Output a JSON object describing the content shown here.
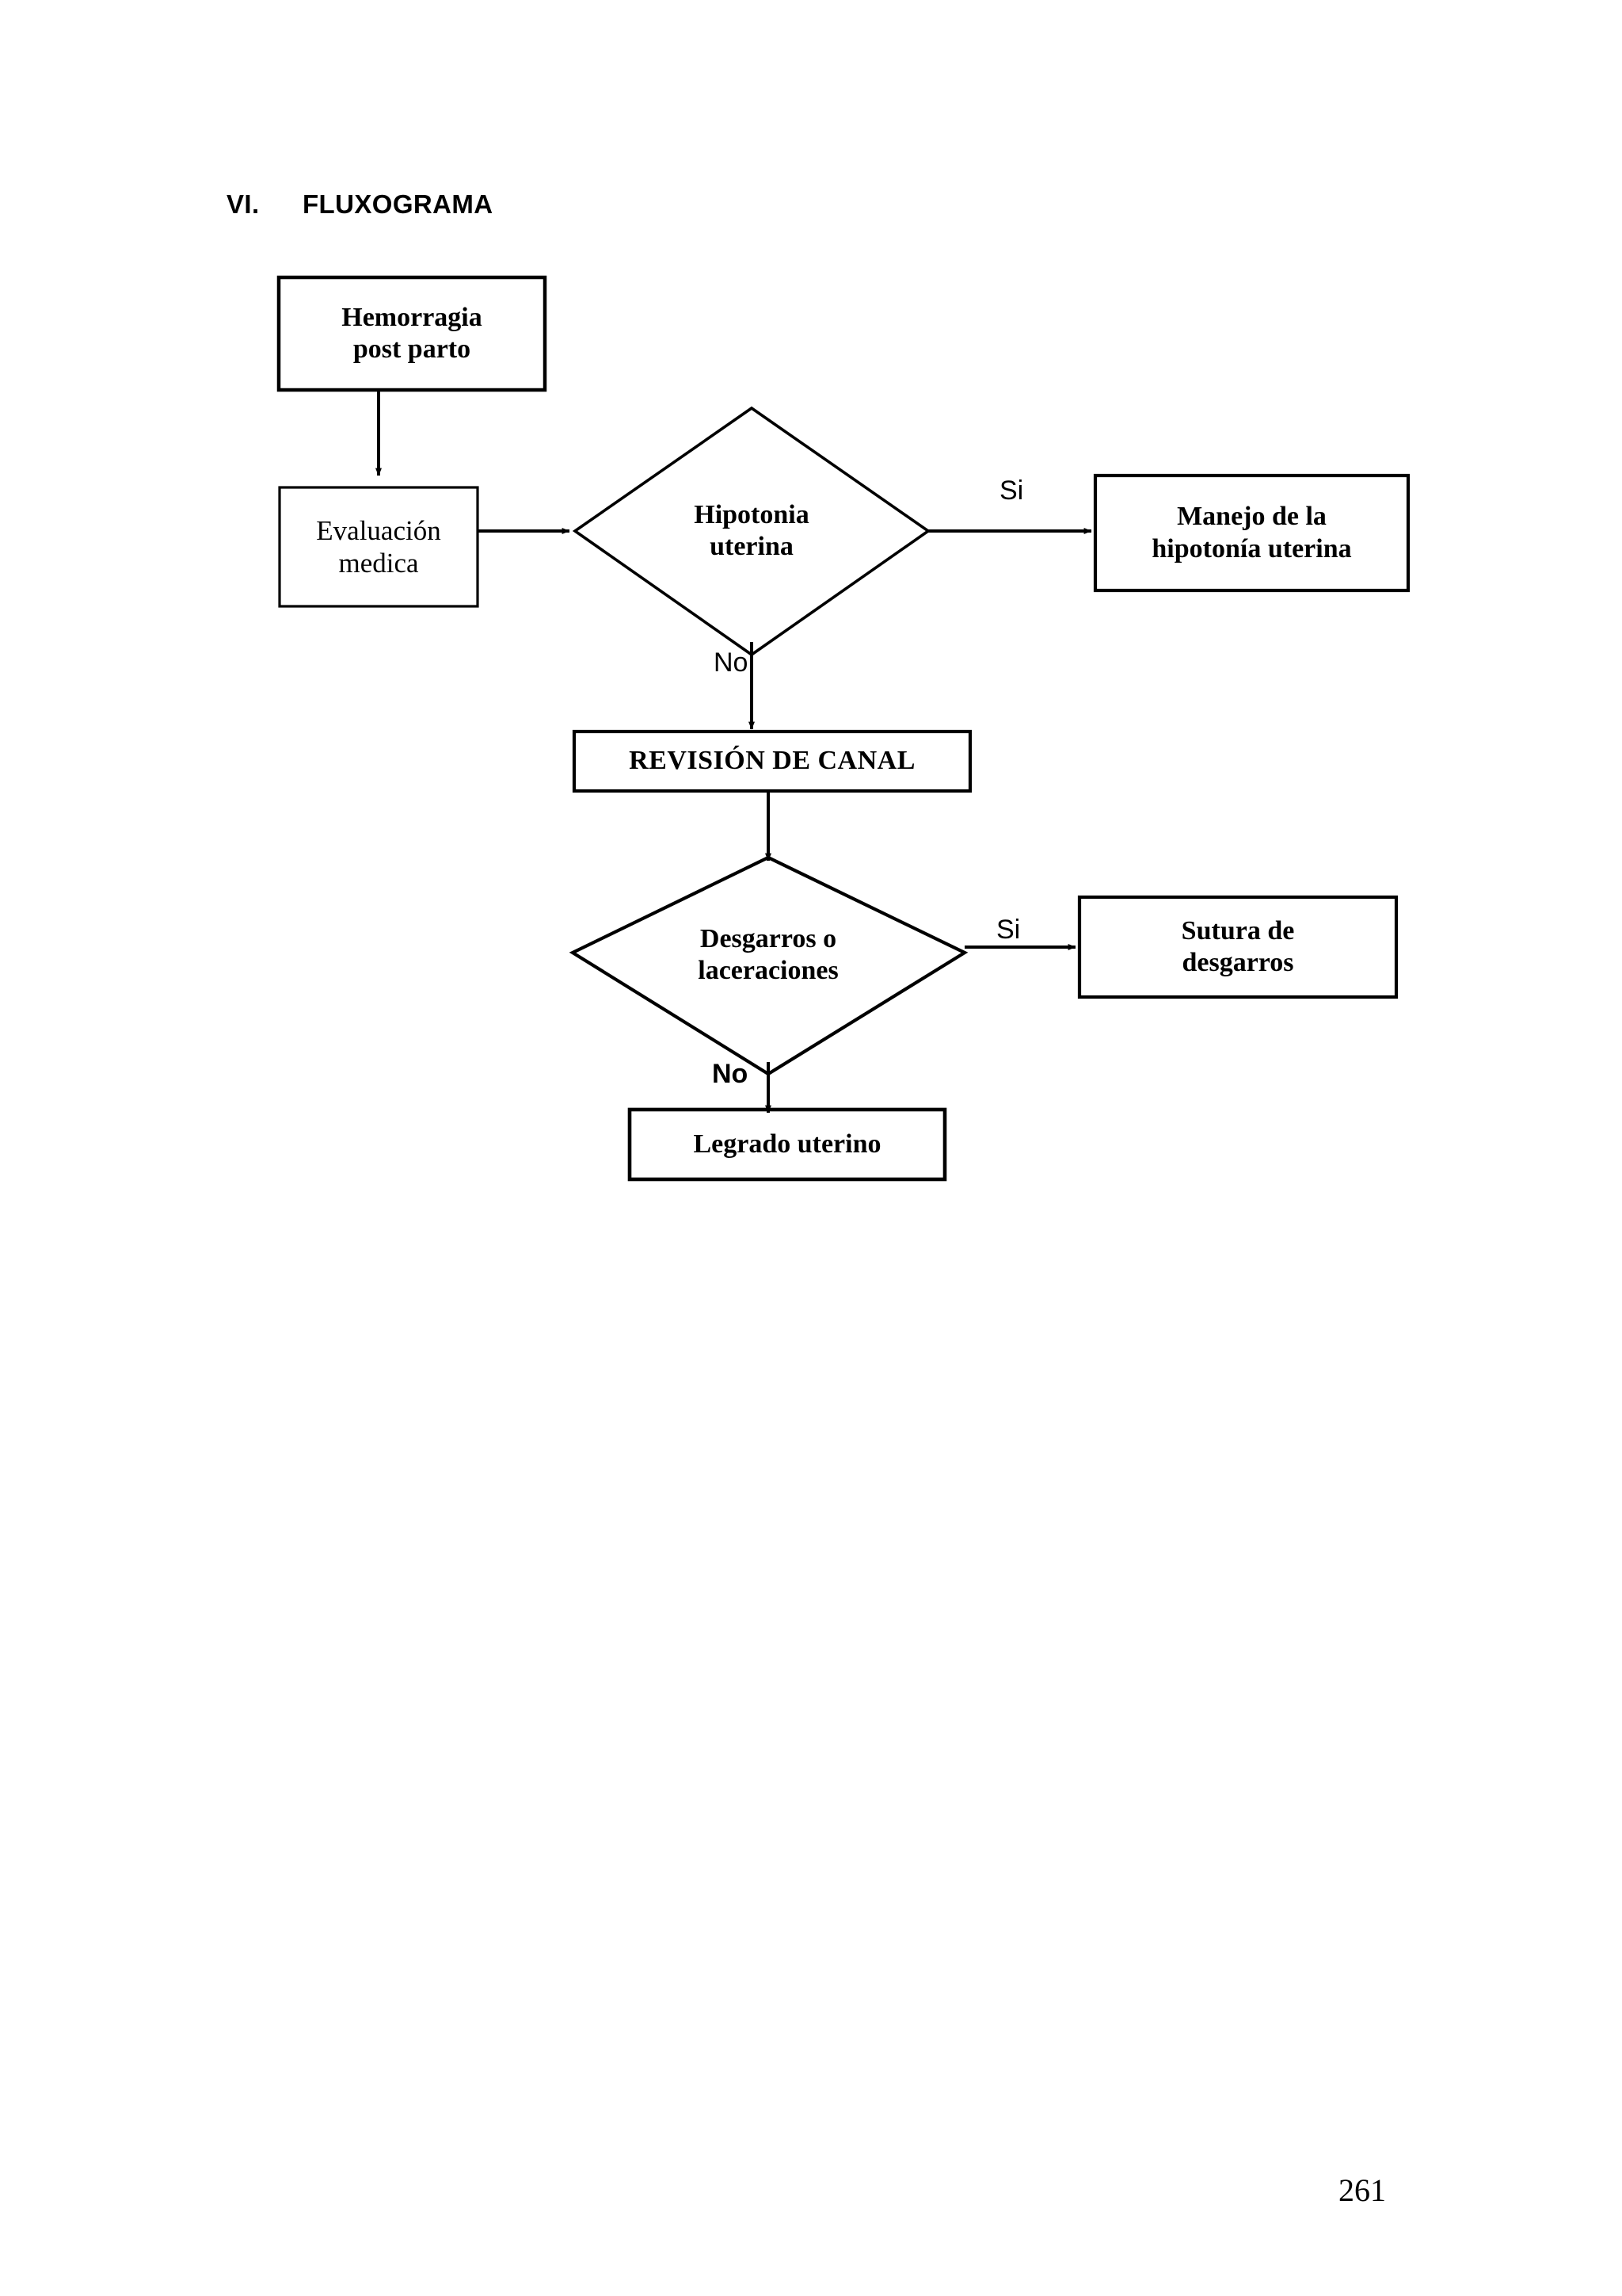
{
  "document": {
    "page_number": "261"
  },
  "heading": {
    "numeral": "VI.",
    "title": "FLUXOGRAMA"
  },
  "flowchart": {
    "nodes": [
      {
        "id": "hemorragia",
        "shape": "rectangle",
        "text_line1": "Hemorragia",
        "text_line2": "post parto"
      },
      {
        "id": "evaluacion",
        "shape": "rectangle",
        "text_line1": "Evaluación",
        "text_line2": "medica"
      },
      {
        "id": "hipotonia",
        "shape": "diamond",
        "text_line1": "Hipotonia",
        "text_line2": "uterina"
      },
      {
        "id": "manejo",
        "shape": "rectangle",
        "text_line1": "Manejo de la",
        "text_line2": "hipotonía uterina"
      },
      {
        "id": "revision",
        "shape": "rectangle",
        "text_line1": "REVISIÓN DE CANAL",
        "text_line2": ""
      },
      {
        "id": "desgarros",
        "shape": "diamond",
        "text_line1": "Desgarros o",
        "text_line2": "laceraciones"
      },
      {
        "id": "sutura",
        "shape": "rectangle",
        "text_line1": "Sutura de",
        "text_line2": "desgarros"
      },
      {
        "id": "legrado",
        "shape": "rectangle",
        "text_line1": "Legrado uterino",
        "text_line2": ""
      }
    ],
    "edge_labels": {
      "hipotonia_yes": "Si",
      "hipotonia_no": "No",
      "desgarros_yes": "Si",
      "desgarros_no": "No"
    }
  },
  "style": {
    "stroke_color": "#000000",
    "fill_color": "#ffffff",
    "page_background": "#ffffff"
  }
}
